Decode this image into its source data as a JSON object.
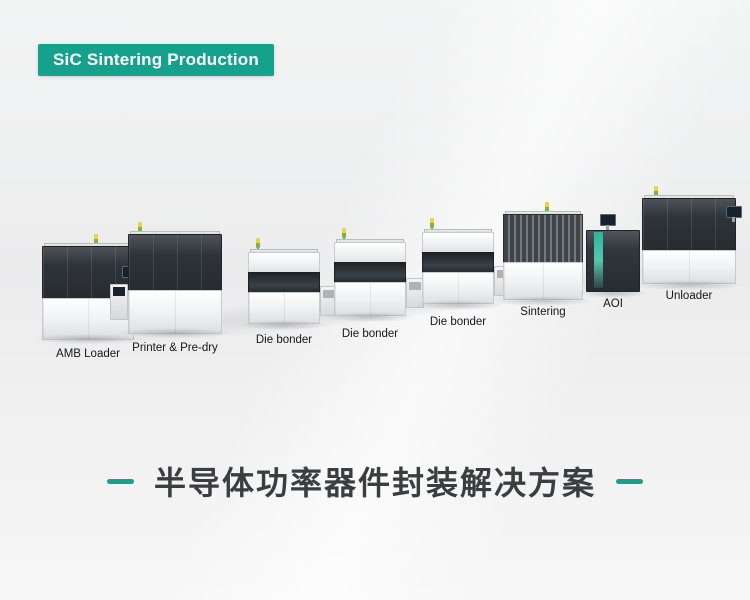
{
  "badge": {
    "label": "SiC Sintering Production"
  },
  "machines": [
    {
      "id": "amb-loader",
      "label": "AMB Loader"
    },
    {
      "id": "printer-predry",
      "label": "Printer & Pre-dry"
    },
    {
      "id": "die-bonder-1",
      "label": "Die bonder"
    },
    {
      "id": "die-bonder-2",
      "label": "Die bonder"
    },
    {
      "id": "die-bonder-3",
      "label": "Die bonder"
    },
    {
      "id": "sintering",
      "label": "Sintering"
    },
    {
      "id": "aoi",
      "label": "AOI"
    },
    {
      "id": "unloader",
      "label": "Unloader"
    }
  ],
  "heading": {
    "text": "半导体功率器件封装解决方案"
  },
  "colors": {
    "accent_teal": "#14a28d",
    "heading_text": "#3c3d3e",
    "machine_dark": "#2f353a",
    "machine_light": "#f0f1f2",
    "background": "#ededee"
  }
}
